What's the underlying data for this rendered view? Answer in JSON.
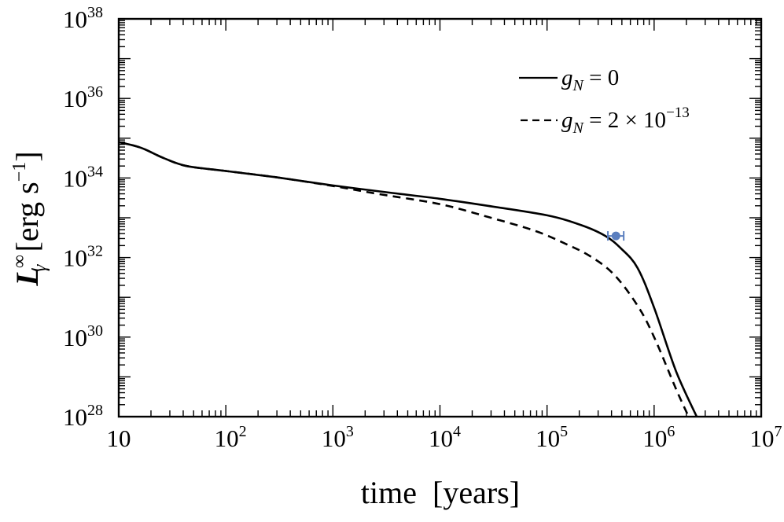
{
  "chart_data": {
    "type": "line",
    "title": "",
    "xlabel": "time [years]",
    "ylabel": "L_γ^∞ [erg s^-1]",
    "xscale": "log",
    "yscale": "log",
    "xlim": [
      10,
      10000000
    ],
    "ylim": [
      1e+28,
      1e+38
    ],
    "grid": false,
    "legend_position": "upper right",
    "x_ticks": [
      {
        "base": "10",
        "exp": ""
      },
      {
        "base": "10",
        "exp": "2"
      },
      {
        "base": "10",
        "exp": "3"
      },
      {
        "base": "10",
        "exp": "4"
      },
      {
        "base": "10",
        "exp": "5"
      },
      {
        "base": "10",
        "exp": "6"
      },
      {
        "base": "10",
        "exp": "7"
      }
    ],
    "y_ticks": [
      {
        "base": "10",
        "exp": "28"
      },
      {
        "base": "10",
        "exp": "30"
      },
      {
        "base": "10",
        "exp": "32"
      },
      {
        "base": "10",
        "exp": "34"
      },
      {
        "base": "10",
        "exp": "36"
      },
      {
        "base": "10",
        "exp": "38"
      }
    ],
    "series": [
      {
        "name": "g_N = 0",
        "style": "solid",
        "color": "#000000",
        "x": [
          10,
          16,
          26,
          43,
          100,
          290,
          1000,
          3600,
          10000,
          28000,
          100000,
          210000,
          350000,
          490000,
          700000,
          1000000,
          1600000,
          2500000
        ],
        "y": [
          8e+34,
          5.8e+34,
          3.2e+34,
          2e+34,
          1.5e+34,
          1.05e+34,
          6.5e+33,
          4.2e+33,
          3e+33,
          2e+33,
          1.15e+33,
          6.5e+32,
          3.5e+32,
          1.7e+32,
          5.5e+31,
          5.5e+30,
          1.4e+29,
          1e+28
        ]
      },
      {
        "name": "g_N = 2 × 10^-13",
        "style": "dashed",
        "color": "#000000",
        "x": [
          10,
          16,
          26,
          43,
          100,
          290,
          1000,
          2600,
          10000,
          28000,
          77000,
          150000,
          250000,
          420000,
          700000,
          1000000,
          1600000,
          2100000
        ],
        "y": [
          8e+34,
          5.8e+34,
          3.2e+34,
          2e+34,
          1.5e+34,
          1.05e+34,
          6.3e+33,
          4e+33,
          2.2e+33,
          1.05e+33,
          4.7e+32,
          2.2e+32,
          1.1e+32,
          3.8e+31,
          6.2e+30,
          1e+30,
          5e+28,
          1e+28
        ]
      }
    ],
    "observations": [
      {
        "x": 440000,
        "y": 3.5e+32,
        "xerr": [
          370000,
          520000
        ],
        "color": "#5b7fbf",
        "marker": "circle"
      }
    ],
    "legend": [
      {
        "label_var": "g",
        "label_sub": "N",
        "label_rest": " = 0",
        "style": "solid"
      },
      {
        "label_var": "g",
        "label_sub": "N",
        "label_rest": " = 2 × 10",
        "label_sup": "−13",
        "style": "dashed"
      }
    ]
  },
  "axes": {
    "x_title": "time  [years]",
    "y_title_var": "L",
    "y_title_sub": "γ",
    "y_title_sup": "∞",
    "y_title_unit": " [erg s",
    "y_title_unit_sup": "−1",
    "y_title_close": "]"
  }
}
